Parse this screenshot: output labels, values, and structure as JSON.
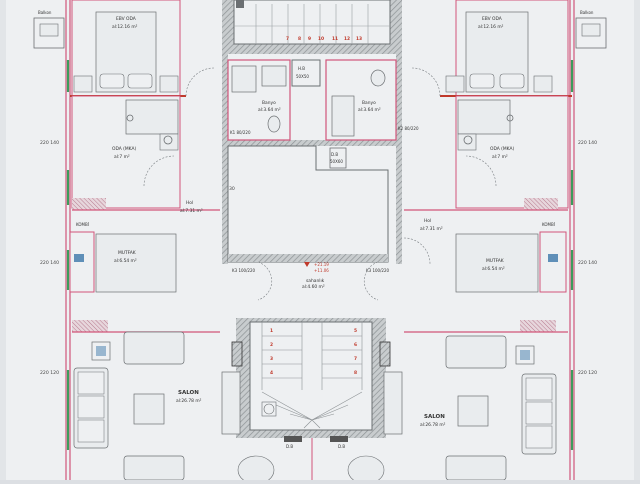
{
  "plan": {
    "top_stairs_numbers": [
      "7",
      "8",
      "9",
      "10",
      "11",
      "12",
      "13"
    ],
    "left_unit": {
      "bedroom_title": "EBV ODA",
      "bedroom_area": "al:12.16 m²",
      "room_title": "ODA (MKA)",
      "room_area": "al:7 m²",
      "hall_title": "Hol",
      "hall_area": "al:7.31 m²",
      "kitchen_title": "MUTFAK",
      "kitchen_area": "al:6.54 m²",
      "salon_title": "SALON",
      "salon_area": "al:26.78 m²",
      "bath_title": "Banyo",
      "bath_area": "al:3.64 m²",
      "balcony_label": "Balkon",
      "kombi": "KOMBİ",
      "door_k1": "K1 80/220",
      "dim_220_140": "220 140",
      "dim_220_120": "220 120"
    },
    "right_unit": {
      "bedroom_title": "EBV ODA",
      "bedroom_area": "al:12.16 m²",
      "room_title": "ODA (MKA)",
      "room_area": "al:7 m²",
      "hall_title": "Hol",
      "hall_area": "al:7.31 m²",
      "kitchen_title": "MUTFAK",
      "kitchen_area": "al:6.54 m²",
      "salon_title": "SALON",
      "salon_area": "al:26.78 m²",
      "bath_title": "Banyo",
      "bath_area": "al:3.64 m²",
      "balcony_label": "Balkon",
      "kombi": "KOMBİ",
      "door_k2": "K2 80/220",
      "dim_220_140": "220 140",
      "dim_220_120": "220 120"
    },
    "core": {
      "hb_label": "H.B",
      "hb_dim": "50X50",
      "db_label": "D.B",
      "db_dim": "50X60",
      "door_k3_left": "K3 100/220",
      "door_k3_right": "K3 100/220",
      "level_1": "+21.19",
      "level_2": "+11.06",
      "sahanlik_title": "sahanlık",
      "sahanlik_area": "al:4.60 m²",
      "db_bottom_left": "D.B",
      "db_bottom_right": "D.B",
      "stair_numbers": [
        "1",
        "2",
        "3",
        "4",
        "5",
        "6",
        "7",
        "8"
      ],
      "dim_30": "30"
    },
    "colors": {
      "paper": "#eef0f2",
      "wall": "#6b6f72",
      "wall_hatch": "#9aa0a3",
      "pink": "#d1557a",
      "green": "#3d9b5c",
      "red": "#c0392b",
      "line": "#7a7f83"
    }
  }
}
